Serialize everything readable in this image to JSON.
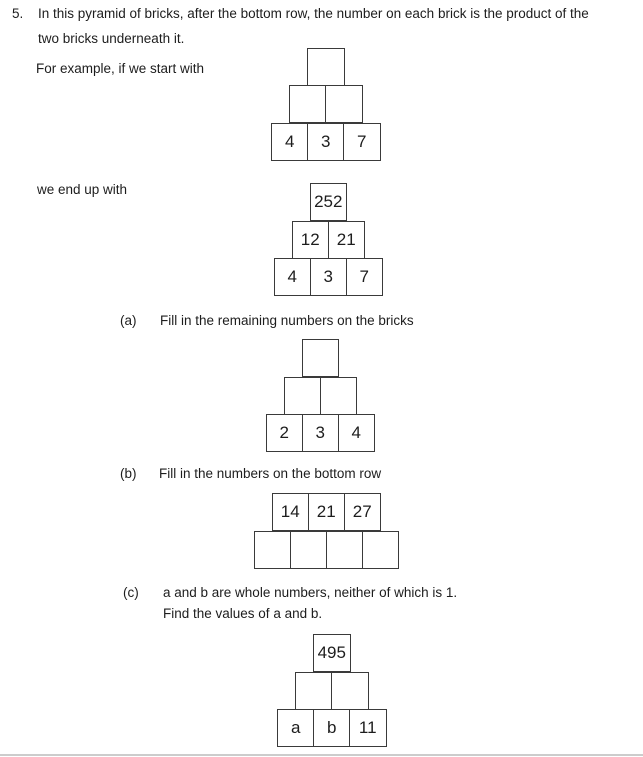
{
  "question": {
    "number": "5.",
    "intro_line1": "In this pyramid of bricks, after the bottom row, the number on each brick is the product of the",
    "intro_line2": "two bricks underneath it.",
    "example_start_caption": "For example, if we start with",
    "example_end_caption": "we end up with"
  },
  "parts": {
    "a": {
      "label": "(a)",
      "text": "Fill in the remaining numbers on the bricks"
    },
    "b": {
      "label": "(b)",
      "text": "Fill in the numbers on the bottom row"
    },
    "c": {
      "label": "(c)",
      "text_line1": "a and b are whole numbers, neither of which is 1.",
      "text_line2": "Find the values of a and b."
    }
  },
  "pyramids": {
    "example_start": {
      "rows": [
        [
          ""
        ],
        [
          "",
          ""
        ],
        [
          "4",
          "3",
          "7"
        ]
      ]
    },
    "example_end": {
      "rows": [
        [
          "252"
        ],
        [
          "12",
          "21"
        ],
        [
          "4",
          "3",
          "7"
        ]
      ]
    },
    "part_a": {
      "rows": [
        [
          ""
        ],
        [
          "",
          ""
        ],
        [
          "2",
          "3",
          "4"
        ]
      ]
    },
    "part_b": {
      "rows": [
        [
          "14",
          "21",
          "27"
        ],
        [
          "",
          "",
          "",
          ""
        ]
      ]
    },
    "part_c": {
      "rows": [
        [
          "495"
        ],
        [
          "",
          ""
        ],
        [
          "a",
          "b",
          "11"
        ]
      ]
    }
  },
  "colors": {
    "background": "#ffffff",
    "text": "#1d1d1d",
    "brick_border": "#3a3a3a"
  }
}
